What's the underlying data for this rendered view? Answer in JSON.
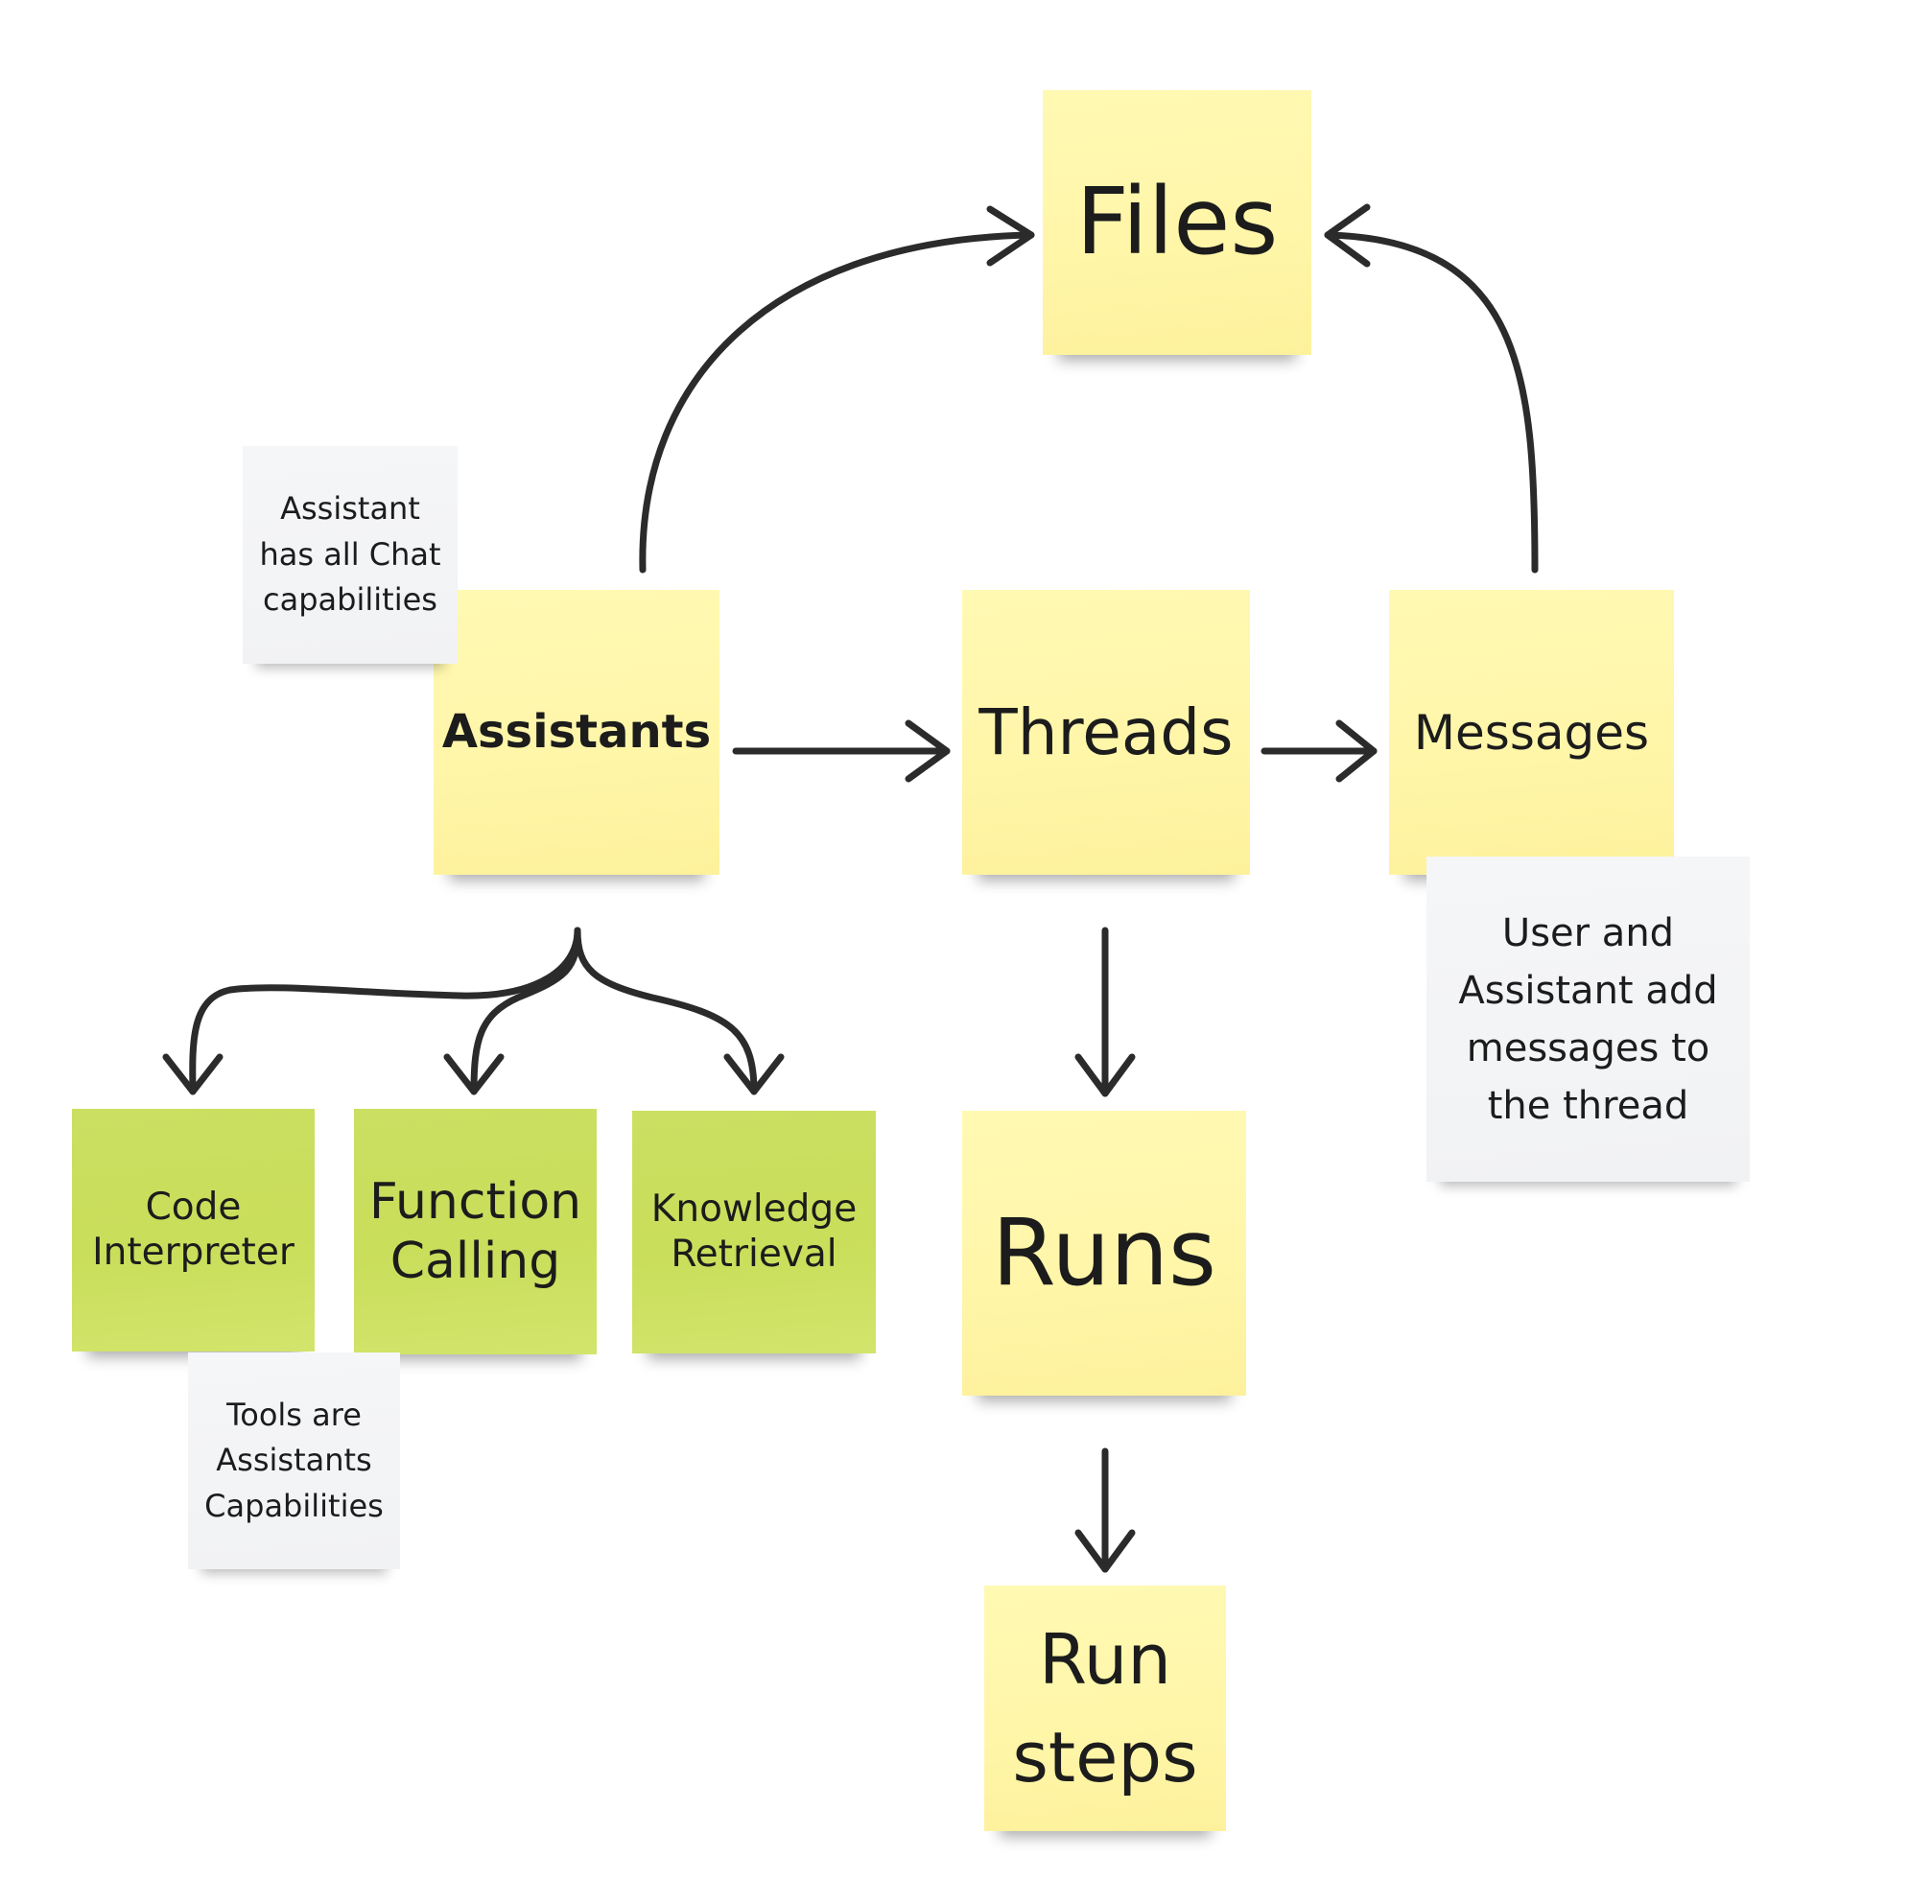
{
  "colors": {
    "yellow_note": "#fff6a9",
    "green_note": "#c9de5a",
    "grey_note": "#f1f2f4",
    "arrow": "#2b2b2b",
    "text": "#1c1c1c"
  },
  "notes": {
    "files": {
      "lines": [
        "Files"
      ]
    },
    "assistants": {
      "lines": [
        "Assistants"
      ]
    },
    "threads": {
      "lines": [
        "Threads"
      ]
    },
    "messages": {
      "lines": [
        "Messages"
      ]
    },
    "runs": {
      "lines": [
        "Runs"
      ]
    },
    "run_steps": {
      "lines": [
        "Run",
        "steps"
      ]
    },
    "code_interpreter": {
      "lines": [
        "Code",
        "Interpreter"
      ]
    },
    "function_calling": {
      "lines": [
        "Function",
        "Calling"
      ]
    },
    "knowledge_retrieval": {
      "lines": [
        "Knowledge",
        "Retrieval"
      ]
    }
  },
  "captions": {
    "assistant_caps": {
      "lines": [
        "Assistant",
        "has all Chat",
        "capabilities"
      ]
    },
    "messages_caption": {
      "lines": [
        "User and",
        "Assistant add",
        "messages to",
        "the thread"
      ]
    },
    "tools_caption": {
      "lines": [
        "Tools are",
        "Assistants",
        "Capabilities"
      ]
    }
  },
  "arrows": [
    {
      "from": "assistants",
      "to": "files"
    },
    {
      "from": "messages",
      "to": "files"
    },
    {
      "from": "assistants",
      "to": "threads"
    },
    {
      "from": "threads",
      "to": "messages"
    },
    {
      "from": "threads",
      "to": "runs"
    },
    {
      "from": "runs",
      "to": "run_steps"
    },
    {
      "from": "assistants",
      "to": "code_interpreter"
    },
    {
      "from": "assistants",
      "to": "function_calling"
    },
    {
      "from": "assistants",
      "to": "knowledge_retrieval"
    }
  ]
}
